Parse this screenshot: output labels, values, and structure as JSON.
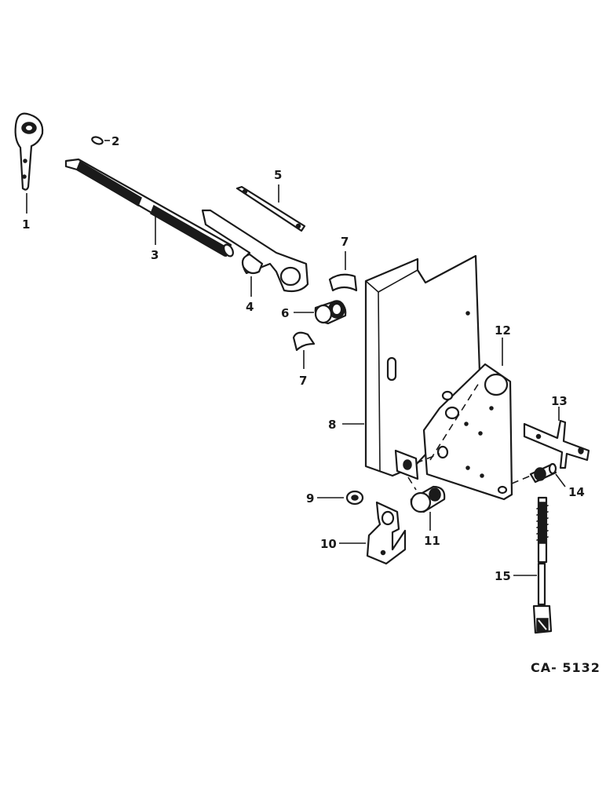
{
  "diagram": {
    "reference_code": "CA- 5132",
    "callouts": [
      {
        "id": "c1",
        "label": "1"
      },
      {
        "id": "c2",
        "label": "2"
      },
      {
        "id": "c3",
        "label": "3"
      },
      {
        "id": "c4",
        "label": "4"
      },
      {
        "id": "c5",
        "label": "5"
      },
      {
        "id": "c6",
        "label": "6"
      },
      {
        "id": "c7a",
        "label": "7"
      },
      {
        "id": "c7b",
        "label": "7"
      },
      {
        "id": "c8",
        "label": "8"
      },
      {
        "id": "c9",
        "label": "9"
      },
      {
        "id": "c10",
        "label": "10"
      },
      {
        "id": "c11",
        "label": "11"
      },
      {
        "id": "c12",
        "label": "12"
      },
      {
        "id": "c13",
        "label": "13"
      },
      {
        "id": "c14",
        "label": "14"
      },
      {
        "id": "c15",
        "label": "15"
      }
    ]
  }
}
